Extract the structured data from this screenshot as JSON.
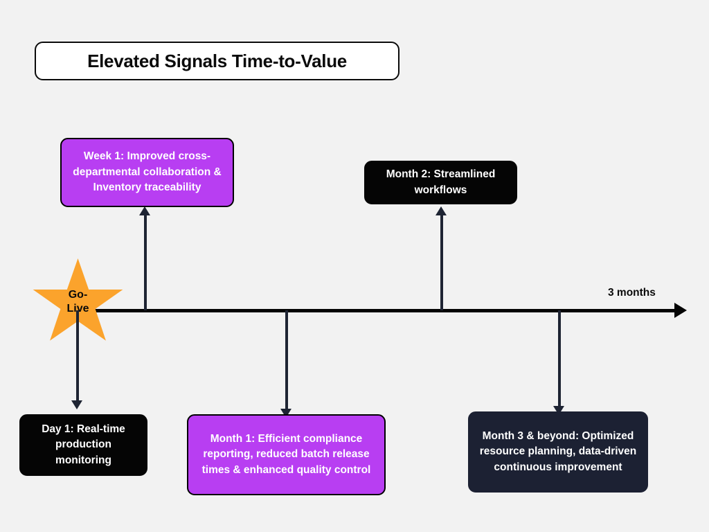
{
  "page": {
    "background_color": "#f2f2f2"
  },
  "title": {
    "text": "Elevated Signals Time-to-Value"
  },
  "timeline": {
    "end_label": "3 months",
    "start_marker": {
      "label_line1": "Go-",
      "label_line2": "Live",
      "shape": "star",
      "color": "#fba32c"
    },
    "axis_color": "#050505",
    "connector_color": "#1e2433"
  },
  "milestones": [
    {
      "id": "week-1",
      "label": "Week 1: Improved cross-departmental collaboration & Inventory traceability",
      "position": "above",
      "color": "#b83ef2",
      "text_color": "#ffffff"
    },
    {
      "id": "month-2",
      "label": "Month 2: Streamlined workflows",
      "position": "above",
      "color": "#050505",
      "text_color": "#ffffff"
    },
    {
      "id": "day-1",
      "label": "Day 1: Real-time production monitoring",
      "position": "below",
      "color": "#050505",
      "text_color": "#ffffff"
    },
    {
      "id": "month-1",
      "label": "Month 1: Efficient compliance reporting, reduced batch release times & enhanced quality control",
      "position": "below",
      "color": "#b83ef2",
      "text_color": "#ffffff"
    },
    {
      "id": "month-3",
      "label": "Month 3 & beyond: Optimized resource planning, data-driven continuous improvement",
      "position": "below",
      "color": "#1c2133",
      "text_color": "#ffffff"
    }
  ]
}
